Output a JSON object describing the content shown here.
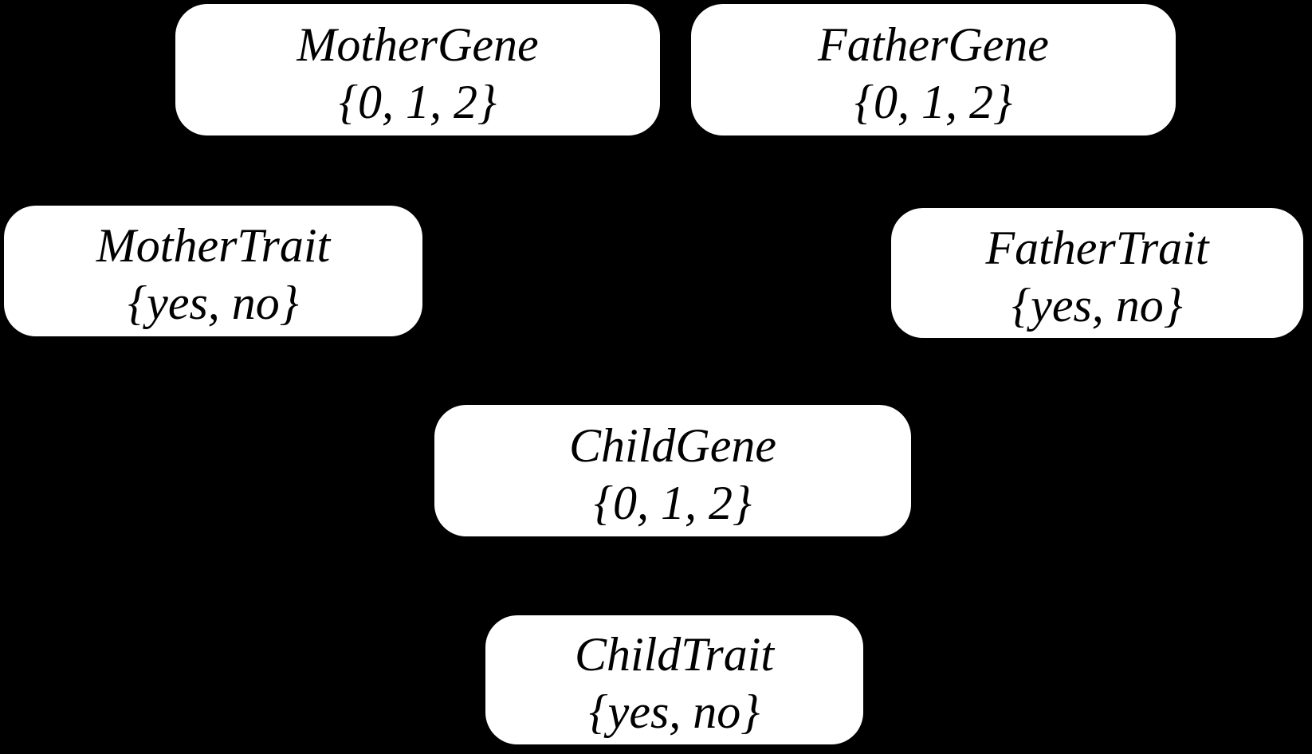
{
  "diagram": {
    "type": "bayesian-network",
    "colors": {
      "background": "#000000",
      "node_fill": "#ffffff",
      "node_text": "#000000"
    },
    "nodes": [
      {
        "label": "MotherGene",
        "domain": "{0, 1, 2}"
      },
      {
        "label": "FatherGene",
        "domain": "{0, 1, 2}"
      },
      {
        "label": "MotherTrait",
        "domain": "{yes, no}"
      },
      {
        "label": "FatherTrait",
        "domain": "{yes, no}"
      },
      {
        "label": "ChildGene",
        "domain": "{0, 1, 2}"
      },
      {
        "label": "ChildTrait",
        "domain": "{yes, no}"
      }
    ]
  }
}
